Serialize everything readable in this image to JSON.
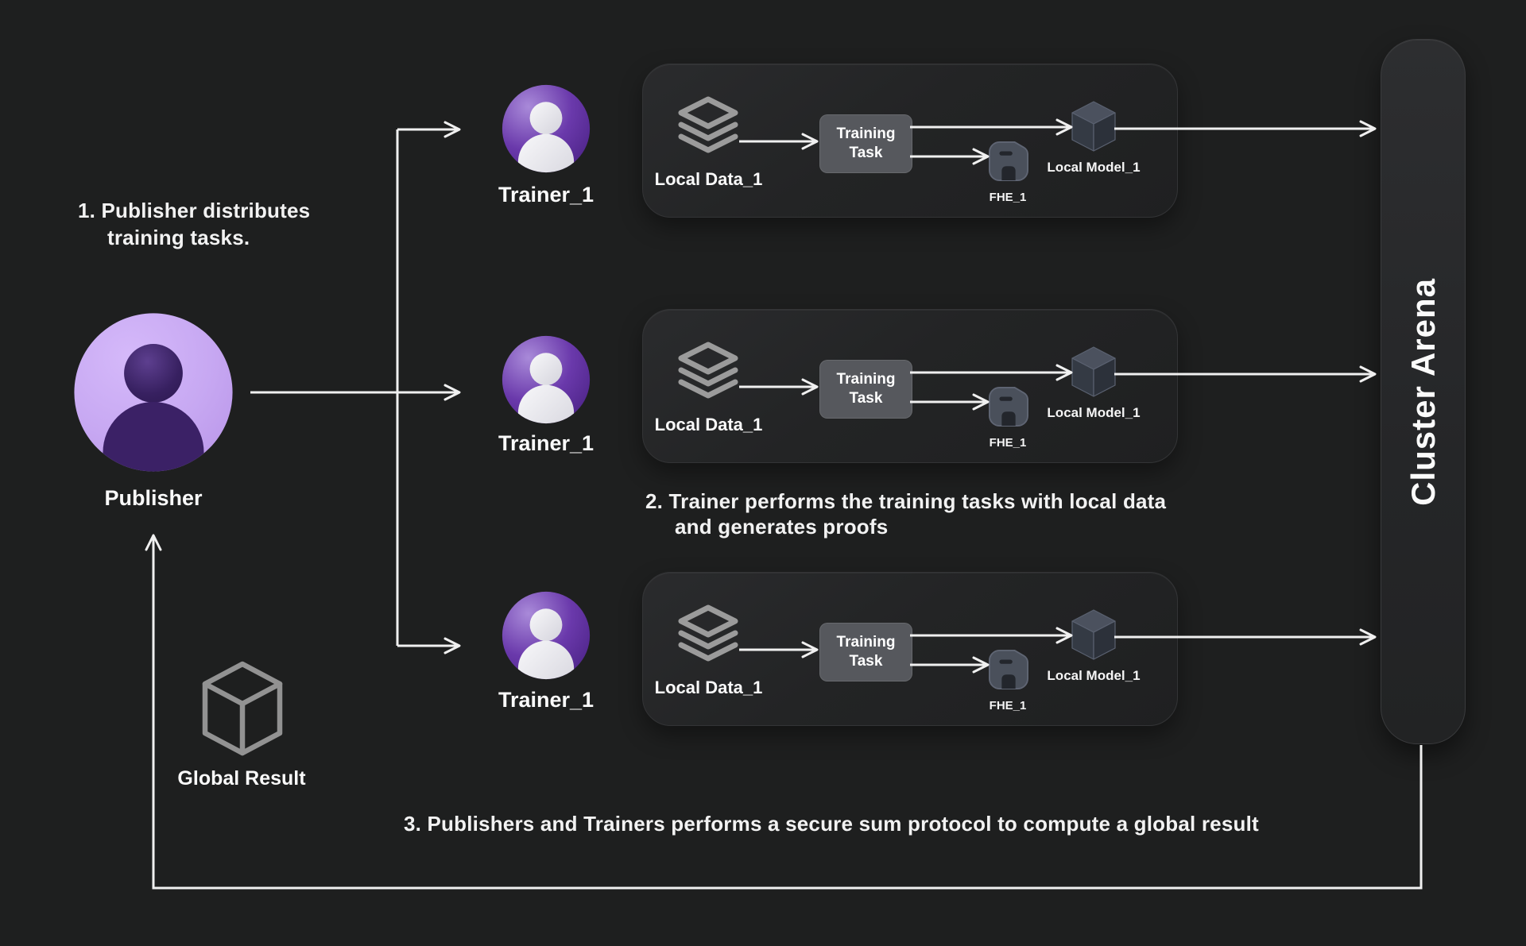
{
  "colors": {
    "background": "#1e1f1f",
    "arrow": "#f0f0f0",
    "panel-bg": "#242527",
    "panel-border": "#333436",
    "task-box": "#56585d",
    "icon-gray": "#9b9b9b",
    "bar-bg": "#2b2c2e",
    "publisher-purple": "#c7a8f2",
    "publisher-person": "#3b2166",
    "trainer-purple": "#6a39ab",
    "trainer-person": "#efeef3",
    "model-cube": "#3a4049",
    "fhe-fill": "#4a505b",
    "wireframe-gray": "#929292"
  },
  "steps": [
    {
      "line1": "1. Publisher distributes",
      "line2": "training tasks."
    },
    {
      "line1": "2. Trainer performs the training tasks with local data",
      "line2": "and generates proofs"
    },
    {
      "line1": "3. Publishers and Trainers performs a secure sum protocol to compute a global result"
    }
  ],
  "publisher": {
    "label": "Publisher"
  },
  "trainers": [
    {
      "label": "Trainer_1"
    },
    {
      "label": "Trainer_1"
    },
    {
      "label": "Trainer_1"
    }
  ],
  "panels": [
    {
      "data_label": "Local Data_1",
      "task_line1": "Training",
      "task_line2": "Task",
      "fhe_label": "FHE_1",
      "model_label": "Local Model_1"
    },
    {
      "data_label": "Local Data_1",
      "task_line1": "Training",
      "task_line2": "Task",
      "fhe_label": "FHE_1",
      "model_label": "Local Model_1"
    },
    {
      "data_label": "Local Data_1",
      "task_line1": "Training",
      "task_line2": "Task",
      "fhe_label": "FHE_1",
      "model_label": "Local Model_1"
    }
  ],
  "cluster_arena": {
    "label": "Cluster Arena"
  },
  "global_result": {
    "label": "Global Result"
  },
  "icons": {
    "local_data": "layers-stack-icon",
    "training_flow": "arrow-icon",
    "fhe": "encrypted-save-icon",
    "local_model": "cube-3d-icon",
    "global_result": "wireframe-cube-icon"
  }
}
